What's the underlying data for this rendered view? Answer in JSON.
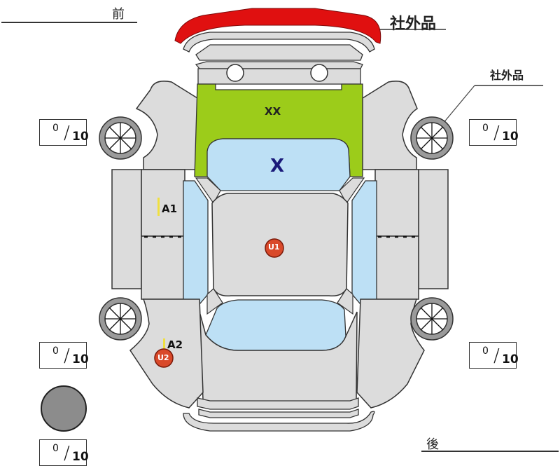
{
  "labels": {
    "front": "前",
    "rear": "後",
    "aftermarket_front_bumper": "社外品",
    "aftermarket_right_front_wheel": "社外品"
  },
  "damage_marks": {
    "hood": "XX",
    "windshield": "X",
    "roof": "U1",
    "left_front_fender": "A1",
    "left_rear_quarter_u": "U2",
    "left_rear_quarter_a": "A2"
  },
  "tire_scores": {
    "front_left": {
      "value": "0",
      "max": "10"
    },
    "front_right": {
      "value": "0",
      "max": "10"
    },
    "rear_left": {
      "value": "0",
      "max": "10"
    },
    "rear_right": {
      "value": "0",
      "max": "10"
    },
    "spare": {
      "value": "0",
      "max": "10"
    }
  },
  "colors": {
    "aftermarket_part": "#e01010",
    "hood_damage": "#9ccc1a",
    "glass": "#bde0f5",
    "body": "#dcdcdc",
    "mark_u": "#d9492a",
    "mark_a": "#f0e040",
    "mark_x": "#1a1a7a"
  }
}
